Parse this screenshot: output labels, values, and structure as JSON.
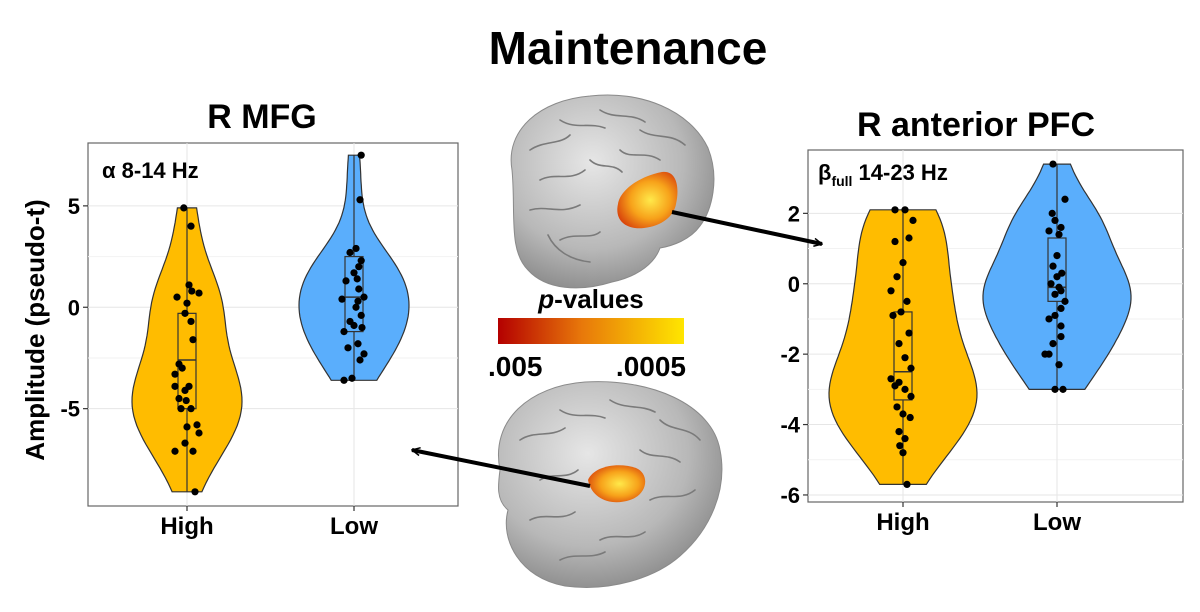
{
  "main_title": "Maintenance",
  "ylabel_left": "Amplitude (pseudo-t)",
  "colorbar": {
    "title_italic": "p",
    "title_rest": "-values",
    "min_label": ".005",
    "max_label": ".0005",
    "colors": [
      "#b40000",
      "#e8780a",
      "#ffe600"
    ]
  },
  "colors": {
    "high": "#ffbc00",
    "low": "#5aaefc",
    "outline": "#333333"
  },
  "chart_data": [
    {
      "type": "violin",
      "title": "R MFG",
      "annotation": {
        "main": "α 8-14 Hz",
        "sub": ""
      },
      "categories": [
        "High",
        "Low"
      ],
      "ylim": [
        -9.8,
        8.1
      ],
      "yticks": [
        5,
        0,
        -5
      ],
      "ytick_labels": [
        "5",
        "0",
        "-5"
      ],
      "grid": true,
      "series": [
        {
          "category": "High",
          "min": -9.1,
          "q1": -5.0,
          "median": -2.6,
          "q3": -0.3,
          "max": 4.9,
          "points": [
            [
              -0.08,
              4.9
            ],
            [
              0.1,
              4.0
            ],
            [
              0.05,
              1.1
            ],
            [
              0.12,
              0.8
            ],
            [
              0.3,
              0.7
            ],
            [
              0.0,
              0.2
            ],
            [
              -0.25,
              0.5
            ],
            [
              -0.05,
              -0.3
            ],
            [
              0.1,
              -0.7
            ],
            [
              0.15,
              -1.6
            ],
            [
              -0.3,
              -3.3
            ],
            [
              -0.2,
              -2.8
            ],
            [
              -0.12,
              -3.0
            ],
            [
              0.05,
              -3.9
            ],
            [
              -0.3,
              -3.9
            ],
            [
              -0.05,
              -4.1
            ],
            [
              -0.2,
              -4.5
            ],
            [
              -0.02,
              -4.6
            ],
            [
              -0.15,
              -5.0
            ],
            [
              0.1,
              -5.0
            ],
            [
              0.25,
              -5.8
            ],
            [
              0.0,
              -5.9
            ],
            [
              0.3,
              -6.2
            ],
            [
              -0.05,
              -6.7
            ],
            [
              0.15,
              -7.1
            ],
            [
              -0.3,
              -7.1
            ],
            [
              0.2,
              -9.1
            ]
          ]
        },
        {
          "category": "Low",
          "min": -3.6,
          "q1": -1.2,
          "median": 0.5,
          "q3": 2.5,
          "max": 7.5,
          "points": [
            [
              0.18,
              7.5
            ],
            [
              0.15,
              5.3
            ],
            [
              -0.1,
              2.7
            ],
            [
              0.05,
              2.9
            ],
            [
              0.18,
              2.3
            ],
            [
              0.12,
              2.0
            ],
            [
              0.0,
              1.7
            ],
            [
              -0.2,
              1.3
            ],
            [
              0.08,
              1.4
            ],
            [
              0.12,
              0.9
            ],
            [
              0.25,
              0.5
            ],
            [
              -0.3,
              0.4
            ],
            [
              0.1,
              0.3
            ],
            [
              0.05,
              0.0
            ],
            [
              0.18,
              -0.4
            ],
            [
              -0.1,
              -0.7
            ],
            [
              0.0,
              -0.9
            ],
            [
              0.2,
              -1.0
            ],
            [
              -0.25,
              -1.2
            ],
            [
              0.1,
              -1.8
            ],
            [
              -0.15,
              -2.0
            ],
            [
              0.15,
              -2.6
            ],
            [
              0.25,
              -2.3
            ],
            [
              -0.05,
              -3.5
            ],
            [
              -0.25,
              -3.6
            ]
          ]
        }
      ]
    },
    {
      "type": "violin",
      "title": "R anterior PFC",
      "annotation": {
        "main": "β",
        "sub": "full",
        "rest": " 14-23 Hz"
      },
      "categories": [
        "High",
        "Low"
      ],
      "ylim": [
        -6.2,
        3.8
      ],
      "yticks": [
        2,
        0,
        -2,
        -4,
        -6
      ],
      "ytick_labels": [
        "2",
        "0",
        "-2",
        "-4",
        "-6"
      ],
      "grid": true,
      "series": [
        {
          "category": "High",
          "min": -5.7,
          "q1": -3.3,
          "median": -2.5,
          "q3": -0.8,
          "max": 2.1,
          "points": [
            [
              -0.2,
              2.1
            ],
            [
              0.05,
              2.1
            ],
            [
              0.25,
              1.8
            ],
            [
              -0.2,
              1.2
            ],
            [
              0.15,
              1.3
            ],
            [
              0.0,
              0.6
            ],
            [
              -0.15,
              0.2
            ],
            [
              -0.3,
              -0.2
            ],
            [
              0.1,
              -0.5
            ],
            [
              -0.05,
              -0.8
            ],
            [
              -0.25,
              -0.9
            ],
            [
              0.15,
              -1.4
            ],
            [
              -0.1,
              -1.7
            ],
            [
              0.05,
              -2.1
            ],
            [
              0.2,
              -2.4
            ],
            [
              -0.3,
              -2.7
            ],
            [
              -0.2,
              -2.9
            ],
            [
              -0.1,
              -2.8
            ],
            [
              0.05,
              -3.0
            ],
            [
              0.2,
              -3.2
            ],
            [
              -0.15,
              -3.5
            ],
            [
              0.0,
              -3.7
            ],
            [
              0.18,
              -3.8
            ],
            [
              -0.1,
              -4.2
            ],
            [
              0.05,
              -4.4
            ],
            [
              -0.08,
              -4.6
            ],
            [
              0.0,
              -4.8
            ],
            [
              0.1,
              -5.7
            ]
          ]
        },
        {
          "category": "Low",
          "min": -3.0,
          "q1": -0.5,
          "median": -0.1,
          "q3": 1.3,
          "max": 3.4,
          "points": [
            [
              -0.1,
              3.4
            ],
            [
              0.2,
              2.4
            ],
            [
              -0.12,
              2.0
            ],
            [
              -0.05,
              1.8
            ],
            [
              0.1,
              1.6
            ],
            [
              -0.2,
              1.5
            ],
            [
              0.05,
              1.4
            ],
            [
              0.0,
              0.8
            ],
            [
              -0.1,
              0.5
            ],
            [
              0.12,
              0.3
            ],
            [
              0.0,
              0.2
            ],
            [
              -0.15,
              0.0
            ],
            [
              0.05,
              -0.1
            ],
            [
              0.1,
              -0.2
            ],
            [
              -0.05,
              -0.3
            ],
            [
              0.2,
              -0.5
            ],
            [
              0.1,
              -0.7
            ],
            [
              -0.05,
              -0.9
            ],
            [
              -0.2,
              -1.0
            ],
            [
              0.1,
              -1.2
            ],
            [
              -0.1,
              -1.7
            ],
            [
              0.1,
              -1.5
            ],
            [
              -0.2,
              -2.0
            ],
            [
              -0.3,
              -2.0
            ],
            [
              0.05,
              -2.3
            ],
            [
              -0.05,
              -3.0
            ],
            [
              0.15,
              -3.0
            ]
          ]
        }
      ]
    }
  ]
}
